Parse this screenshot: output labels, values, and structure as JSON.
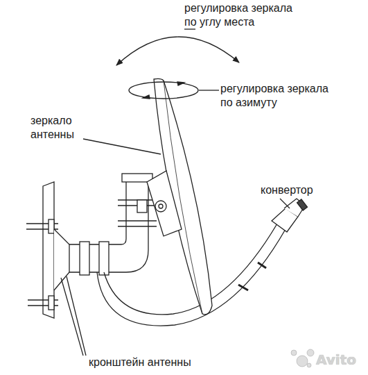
{
  "diagram": {
    "labels": [
      "регулировка зеркала по углу места",
      "регулировка зеркала по азимуту",
      "зеркало антенны",
      "конвертор",
      "кронштейн антенны",
      "Avito"
    ]
  }
}
